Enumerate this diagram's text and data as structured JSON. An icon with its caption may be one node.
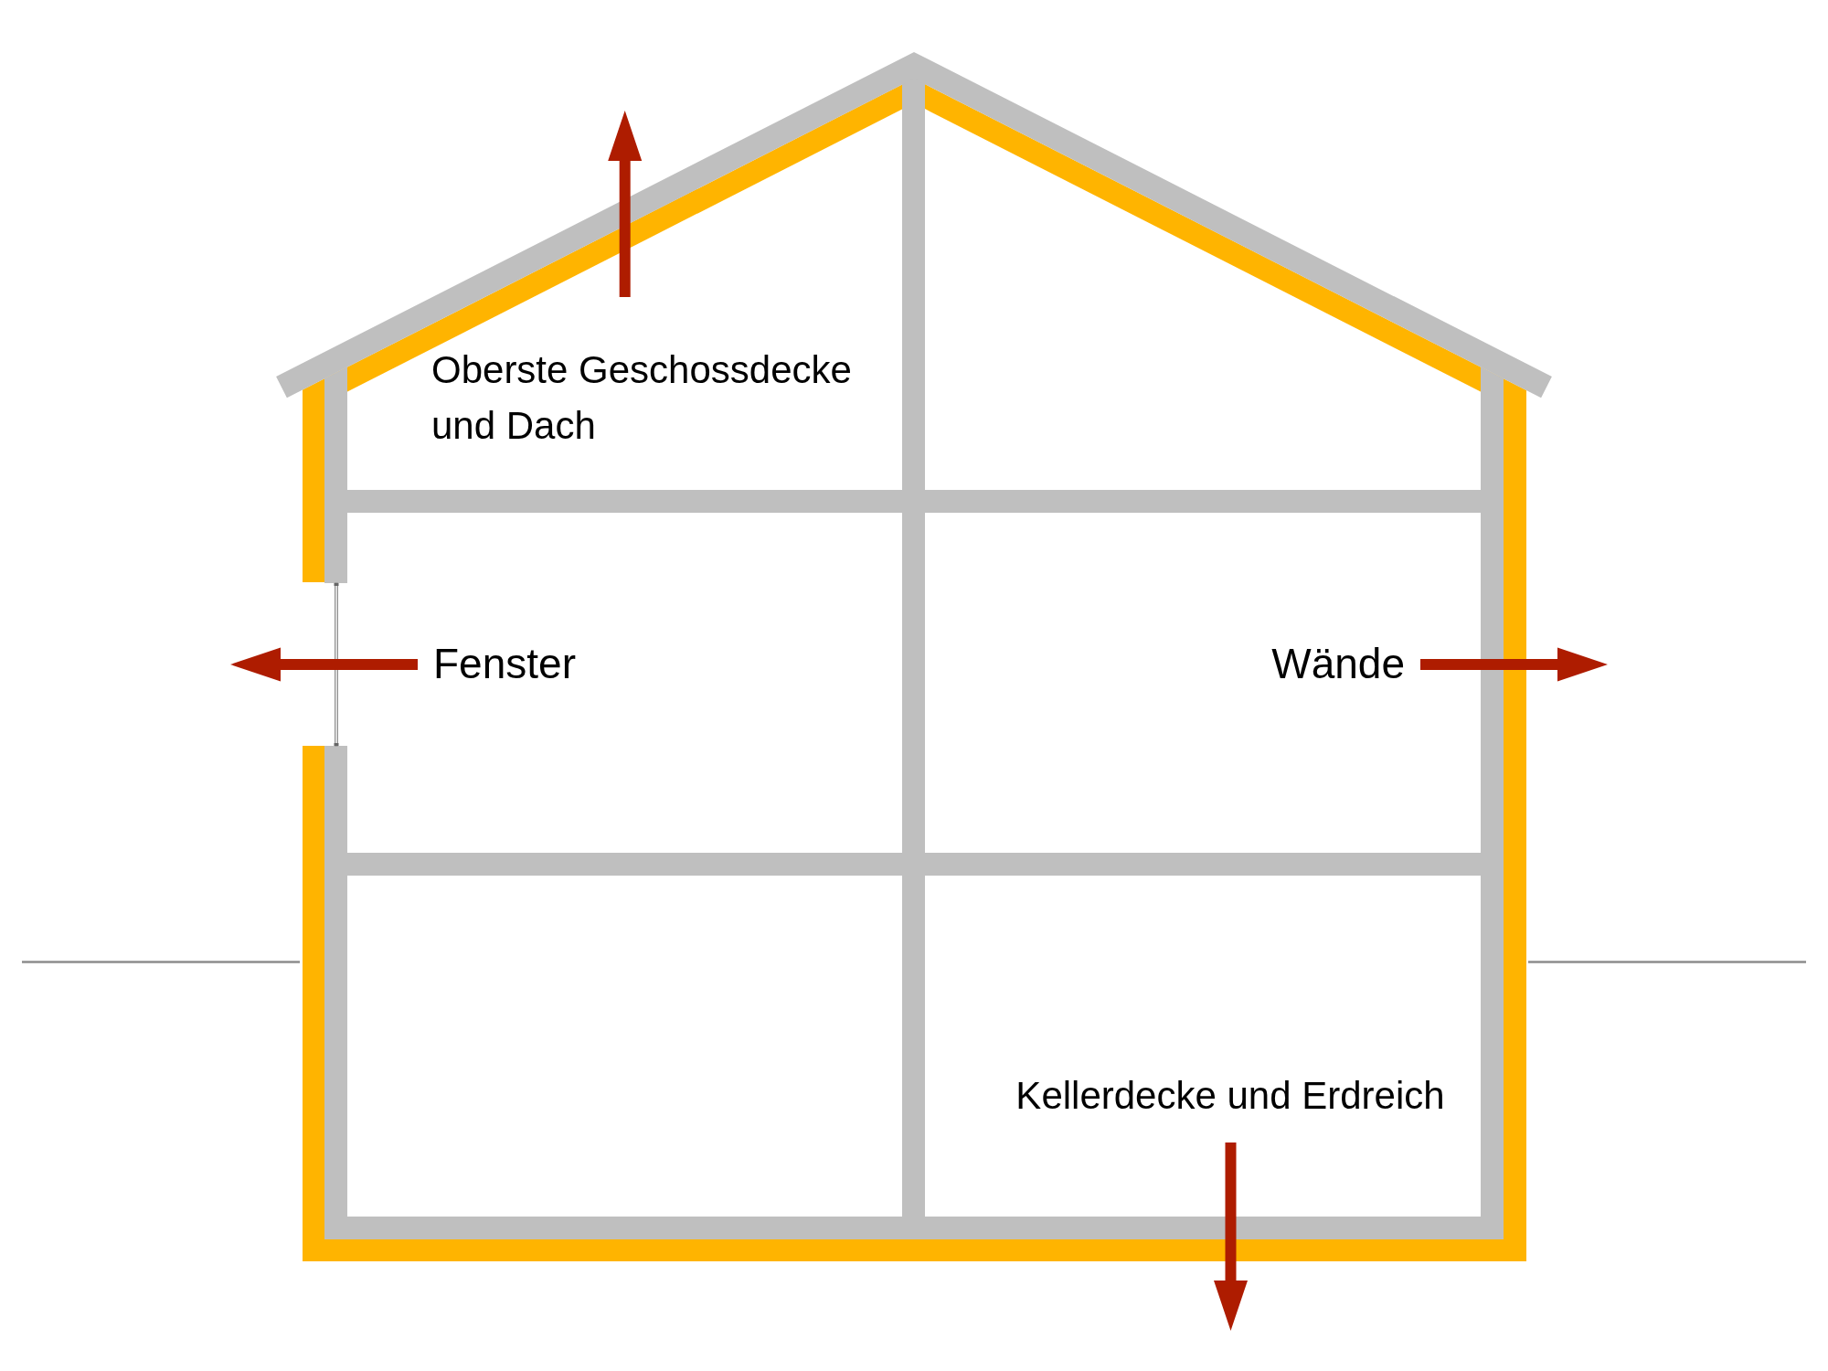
{
  "diagram": {
    "labels": [
      "Oberste Geschossdecke und Dach",
      "Fenster",
      "Wände",
      "Kellerdecke und Erdreich"
    ]
  }
}
